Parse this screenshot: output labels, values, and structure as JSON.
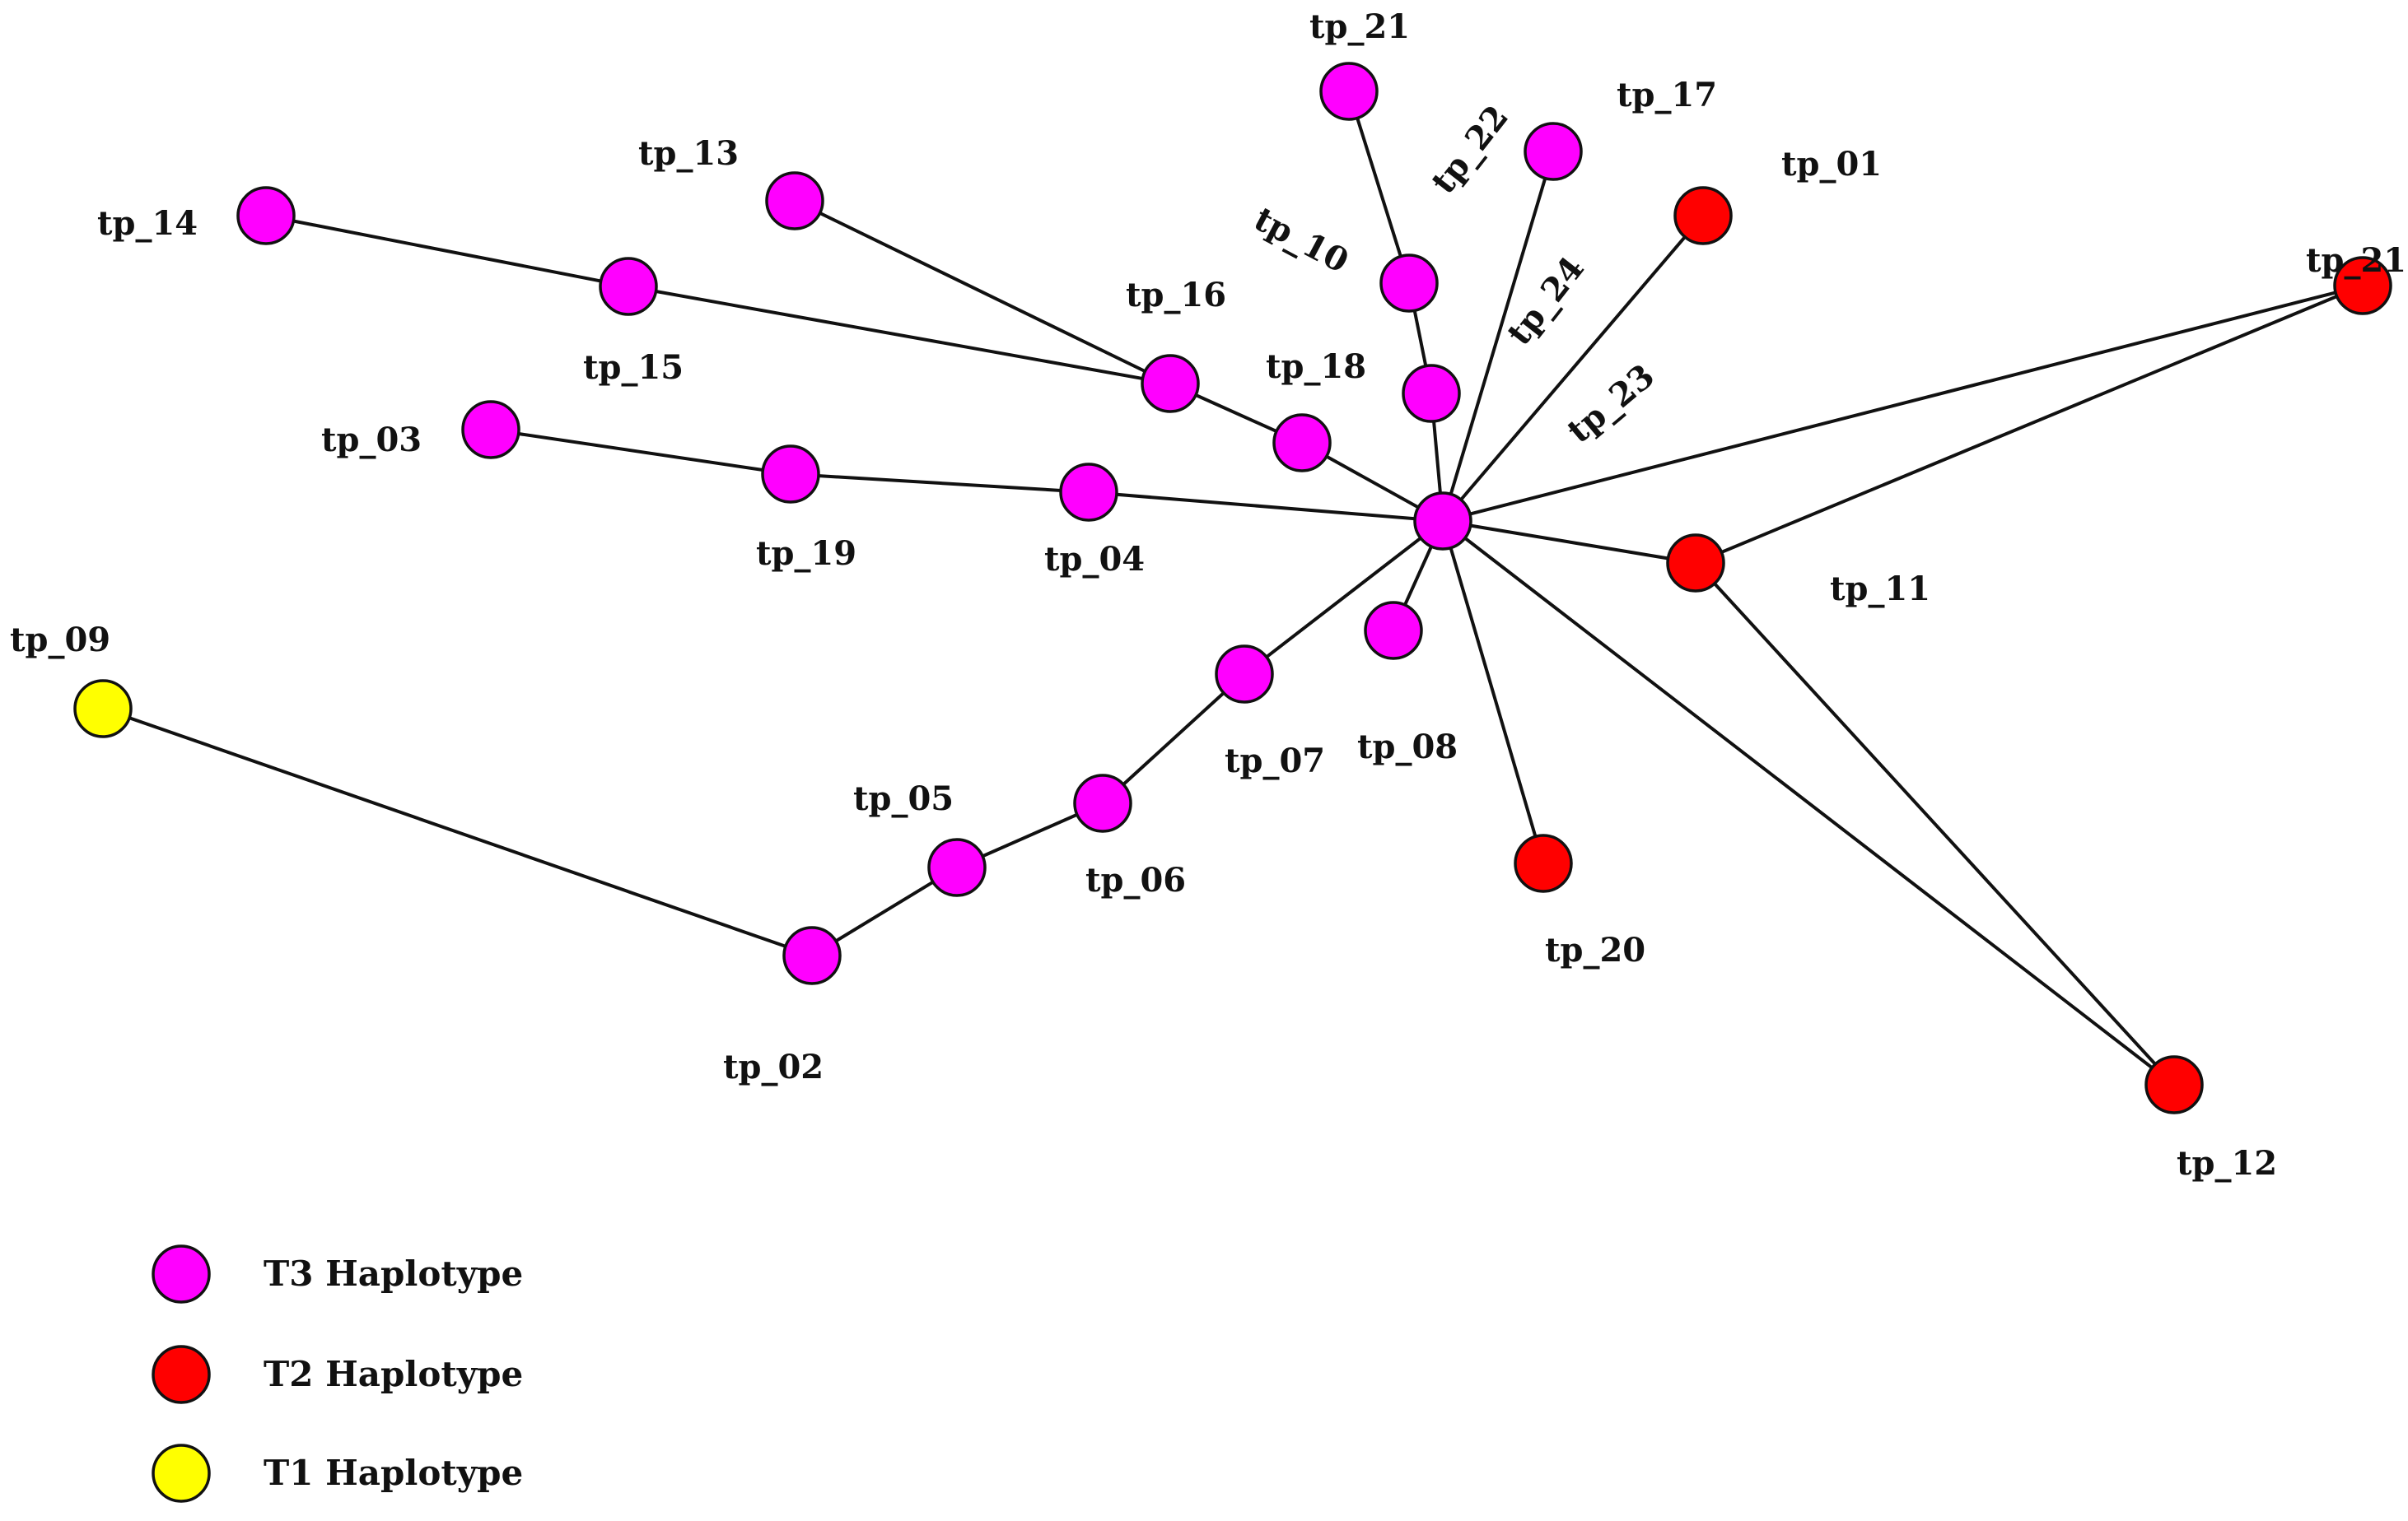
{
  "colors": {
    "T3": "#ff00ff",
    "T2": "#ff0000",
    "T1": "#ffff00",
    "edge": "#111111"
  },
  "legend": [
    {
      "type": "T3",
      "label": "T3 Haplotype"
    },
    {
      "type": "T2",
      "label": "T2 Haplotype"
    },
    {
      "type": "T1",
      "label": "T1 Haplotype"
    }
  ],
  "nodes": [
    {
      "id": "tp_14",
      "label": "tp_14",
      "type": "T3"
    },
    {
      "id": "tp_15",
      "label": "tp_15",
      "type": "T3"
    },
    {
      "id": "tp_13",
      "label": "tp_13",
      "type": "T3"
    },
    {
      "id": "tp_16",
      "label": "tp_16",
      "type": "T3"
    },
    {
      "id": "tp_18",
      "label": "tp_18",
      "type": "T3"
    },
    {
      "id": "tp_03",
      "label": "tp_03",
      "type": "T3"
    },
    {
      "id": "tp_19",
      "label": "tp_19",
      "type": "T3"
    },
    {
      "id": "tp_04",
      "label": "tp_04",
      "type": "T3"
    },
    {
      "id": "tp_21a",
      "label": "tp_21",
      "type": "T3"
    },
    {
      "id": "tp_10",
      "label": "tp_10",
      "type": "T3"
    },
    {
      "id": "tp_22",
      "label": "tp_22",
      "type": "T3"
    },
    {
      "id": "tp_17",
      "label": "tp_17",
      "type": "T3"
    },
    {
      "id": "tp_24",
      "label": "tp_24",
      "type": "T3"
    },
    {
      "id": "tp_23",
      "label": "tp_23",
      "type": "T3"
    },
    {
      "id": "tp_08",
      "label": "tp_08",
      "type": "T3"
    },
    {
      "id": "tp_07",
      "label": "tp_07",
      "type": "T3"
    },
    {
      "id": "tp_06",
      "label": "tp_06",
      "type": "T3"
    },
    {
      "id": "tp_05",
      "label": "tp_05",
      "type": "T3"
    },
    {
      "id": "tp_02",
      "label": "tp_02",
      "type": "T3"
    },
    {
      "id": "tp_09",
      "label": "tp_09",
      "type": "T1"
    },
    {
      "id": "tp_01",
      "label": "tp_01",
      "type": "T2"
    },
    {
      "id": "tp_21b",
      "label": "tp_21",
      "type": "T2"
    },
    {
      "id": "tp_11",
      "label": "tp_11",
      "type": "T2"
    },
    {
      "id": "tp_20",
      "label": "tp_20",
      "type": "T2"
    },
    {
      "id": "tp_12",
      "label": "tp_12",
      "type": "T2"
    }
  ],
  "edges": [
    [
      "tp_14",
      "tp_15"
    ],
    [
      "tp_15",
      "tp_16"
    ],
    [
      "tp_13",
      "tp_16"
    ],
    [
      "tp_16",
      "tp_18"
    ],
    [
      "tp_18",
      "tp_23"
    ],
    [
      "tp_03",
      "tp_19"
    ],
    [
      "tp_19",
      "tp_04"
    ],
    [
      "tp_04",
      "tp_23"
    ],
    [
      "tp_21a",
      "tp_10"
    ],
    [
      "tp_10",
      "tp_22"
    ],
    [
      "tp_22",
      "tp_23"
    ],
    [
      "tp_17",
      "tp_23"
    ],
    [
      "tp_01",
      "tp_23"
    ],
    [
      "tp_21b",
      "tp_23"
    ],
    [
      "tp_21b",
      "tp_11"
    ],
    [
      "tp_11",
      "tp_23"
    ],
    [
      "tp_11",
      "tp_12"
    ],
    [
      "tp_12",
      "tp_23"
    ],
    [
      "tp_20",
      "tp_23"
    ],
    [
      "tp_08",
      "tp_23"
    ],
    [
      "tp_07",
      "tp_23"
    ],
    [
      "tp_06",
      "tp_07"
    ],
    [
      "tp_05",
      "tp_06"
    ],
    [
      "tp_02",
      "tp_05"
    ],
    [
      "tp_09",
      "tp_02"
    ]
  ]
}
